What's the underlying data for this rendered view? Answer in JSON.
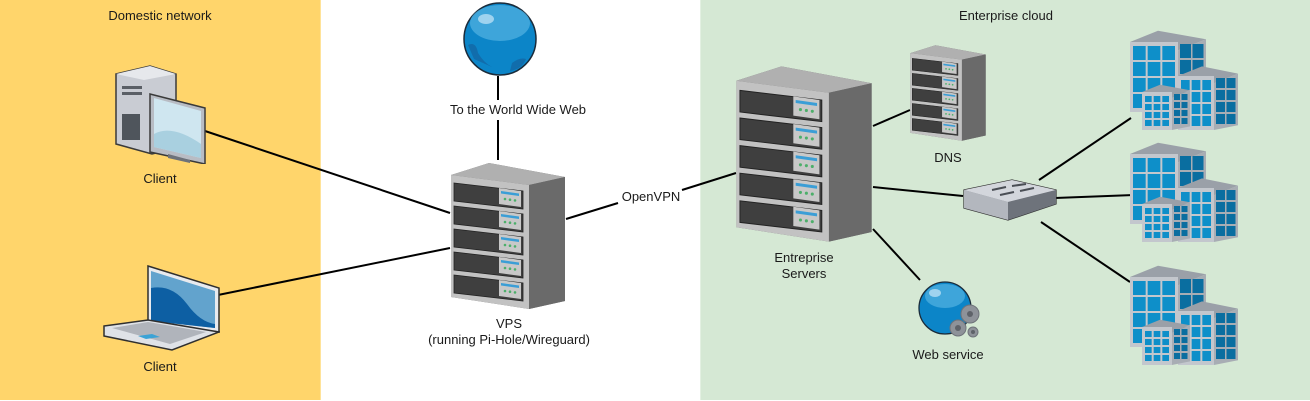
{
  "zones": {
    "domestic": {
      "title": "Domestic network",
      "color": "#ffd56b"
    },
    "enterprise": {
      "title": "Enterprise cloud",
      "color": "#d5e8d4"
    }
  },
  "nodes": {
    "client_desktop": {
      "label": "Client",
      "icon": "desktop-computer-icon"
    },
    "client_laptop": {
      "label": "Client",
      "icon": "laptop-icon"
    },
    "www": {
      "label": "To the World Wide Web",
      "icon": "globe-icon"
    },
    "vps": {
      "label_line1": "VPS",
      "label_line2": "(running Pi-Hole/Wireguard)",
      "icon": "server-rack-icon"
    },
    "enterprise_servers": {
      "label_line1": "Entreprise",
      "label_line2": "Servers",
      "icon": "server-rack-icon"
    },
    "dns": {
      "label": "DNS",
      "icon": "server-rack-icon"
    },
    "switch": {
      "label": "",
      "icon": "network-switch-icon"
    },
    "web_service": {
      "label": "Web service",
      "icon": "web-service-globe-gears-icon"
    },
    "office_1": {
      "label": "",
      "icon": "office-buildings-icon"
    },
    "office_2": {
      "label": "",
      "icon": "office-buildings-icon"
    },
    "office_3": {
      "label": "",
      "icon": "office-buildings-icon"
    }
  },
  "edges": {
    "vpn_label": "OpenVPN"
  },
  "colors": {
    "line": "#000000",
    "server_body": "#8a8a8a",
    "screen_blue": "#1a86c7",
    "window_blue": "#0e8fc9"
  }
}
